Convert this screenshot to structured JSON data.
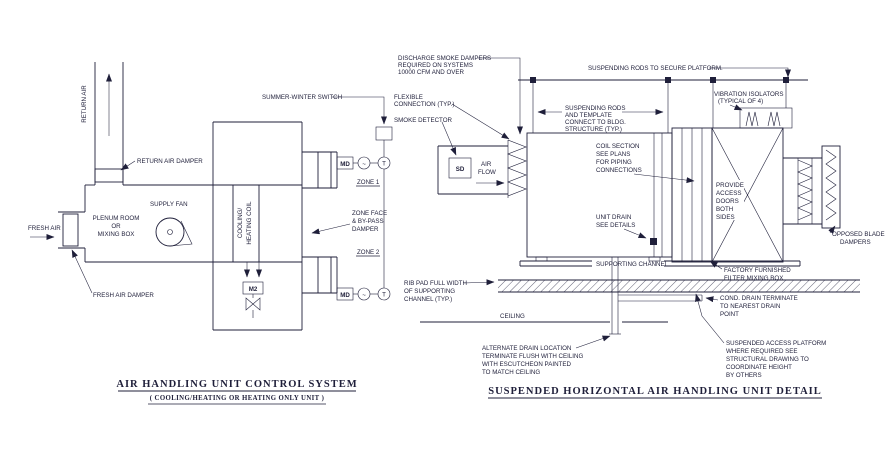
{
  "drawing": {
    "colors": {
      "ink": "#1f1f3a",
      "paper": "#ffffff"
    }
  },
  "left": {
    "title": "AIR HANDLING UNIT CONTROL SYSTEM",
    "subtitle": "( COOLING/HEATING OR HEATING ONLY UNIT )",
    "labels": {
      "return_air": "RETURN AIR",
      "return_air_damper": "RETURN AIR DAMPER",
      "plenum": [
        "PLENUM ROOM",
        "OR",
        "MIXING BOX"
      ],
      "fresh_air": "FRESH AIR",
      "fresh_air_damper": "FRESH AIR DAMPER",
      "supply_fan": "SUPPLY FAN",
      "coil": [
        "COOLING/",
        "HEATING COIL"
      ],
      "summer_winter_switch": "SUMMER-WINTER SWITCH",
      "zone1": "ZONE 1",
      "zone2": "ZONE 2",
      "zone_face_bypass": [
        "ZONE FACE",
        "& BY-PASS",
        "DAMPER"
      ],
      "damper_motor": "MD",
      "valve_motor": "M2",
      "thermostat": "T",
      "sensor": "~"
    }
  },
  "right": {
    "title": "SUSPENDED HORIZONTAL AIR HANDLING UNIT DETAIL",
    "labels": {
      "discharge": [
        "DISCHARGE SMOKE DAMPERS",
        "REQUIRED ON SYSTEMS",
        "10000 CFM AND OVER"
      ],
      "susp_rods_platform": "SUSPENDING RODS TO SECURE PLATFORM.",
      "flexible": [
        "FLEXIBLE",
        "CONNECTION (TYP.)"
      ],
      "smoke_detector": "SMOKE DETECTOR",
      "sd": "SD",
      "air_flow": [
        "AIR",
        "FLOW"
      ],
      "susp_rods_bldg": [
        "SUSPENDING RODS",
        "AND TEMPLATE",
        "CONNECT TO BLDG.",
        "STRUCTURE (TYP.)"
      ],
      "vibration": [
        "VIBRATION ISOLATORS",
        "(TYPICAL OF 4)"
      ],
      "coil_section": [
        "COIL SECTION",
        "SEE PLANS",
        "FOR PIPING",
        "CONNECTIONS"
      ],
      "access_doors": [
        "PROVIDE",
        "ACCESS",
        "DOORS",
        "BOTH",
        "SIDES"
      ],
      "opposed": [
        "OPPOSED BLADE",
        "DAMPERS"
      ],
      "unit_drain": [
        "UNIT DRAIN",
        "SEE DETAILS"
      ],
      "supporting_channel": "SUPPORTING CHANNEL",
      "factory": [
        "FACTORY FURNISHED",
        "FILTER MIXING BOX"
      ],
      "rib_pad": [
        "RIB PAD FULL WIDTH",
        "OF SUPPORTING",
        "CHANNEL (TYP.)"
      ],
      "ceiling": "CEILING",
      "cond_drain": [
        "COND. DRAIN TERMINATE",
        "TO NEAREST DRAIN",
        "POINT"
      ],
      "alt_drain": [
        "ALTERNATE DRAIN LOCATION",
        "TERMINATE FLUSH WITH CEILING",
        "WITH ESCUTCHEON PAINTED",
        "TO MATCH CEILING"
      ],
      "susp_platform": [
        "SUSPENDED ACCESS PLATFORM",
        "WHERE REQUIRED SEE",
        "STRUCTURAL DRAWING TO",
        "COORDINATE HEIGHT",
        "BY OTHERS"
      ]
    }
  }
}
